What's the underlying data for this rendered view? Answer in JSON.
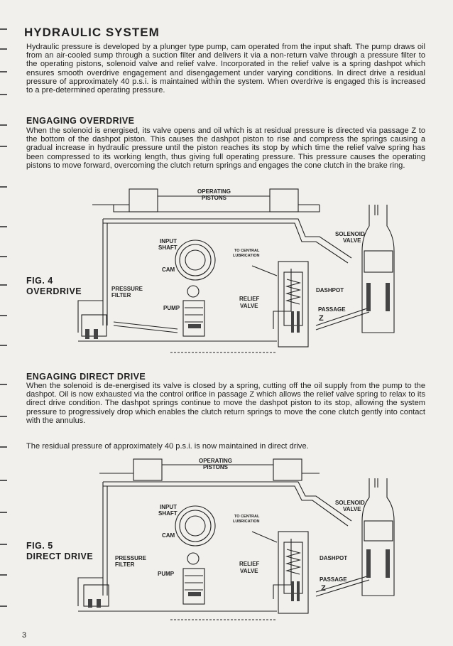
{
  "page": {
    "title": "HYDRAULIC SYSTEM",
    "intro": "Hydraulic pressure is developed by a plunger type pump, cam operated from the input shaft. The pump draws oil from an air-cooled sump through a suction filter and delivers it via a non-return valve through a pressure filter to the operating pistons, solenoid valve and relief valve. Incorporated in the relief valve is a spring dashpot which ensures smooth overdrive engagement and disengagement under varying conditions. In direct drive a residual pressure of approximately 40 p.s.i. is maintained within the system. When overdrive is engaged this is increased to a pre-determined operating pressure.",
    "page_number": "3"
  },
  "engaging_overdrive": {
    "heading": "ENGAGING OVERDRIVE",
    "text": "When the solenoid is energised, its valve opens and oil which is at residual pressure is directed via passage Z to the bottom of the dashpot piston. This causes the dashpot piston to rise and compress the springs causing a gradual increase in hydraulic pressure until the piston reaches its stop by which time the relief valve spring has been compressed to its working length, thus giving full operating pressure. This pressure causes the operating pistons to move forward, overcoming the clutch return springs and engages the cone clutch in the brake ring."
  },
  "engaging_direct_drive": {
    "heading": "ENGAGING DIRECT DRIVE",
    "text": "When the solenoid is de-energised its valve is closed by a spring, cutting off the oil supply from the pump to the dashpot. Oil is now exhausted via the control orifice in passage Z which allows the relief valve spring to relax to its direct drive condition. The dashpot springs continue to move the dashpot piston to its stop, allowing the system pressure to progressively drop which enables the clutch return springs to move the cone clutch gently into contact with the annulus.",
    "note": "The residual pressure of approximately 40 p.s.i. is now maintained in direct drive."
  },
  "fig4": {
    "number": "FIG. 4",
    "caption": "OVERDRIVE",
    "labels": {
      "operating": "OPERATING",
      "pistons": "PISTONS",
      "input": "INPUT",
      "shaft": "SHAFT",
      "solenoid": "SOLENOID",
      "valve": "VALVE",
      "to_central": "TO CENTRAL",
      "lubrication": "LUBRICATION",
      "cam": "CAM",
      "pressure": "PRESSURE",
      "filter": "FILTER",
      "relief": "RELIEF",
      "relief_valve": "VALVE",
      "dashpot": "DASHPOT",
      "pump": "PUMP",
      "passage": "PASSAGE",
      "z": "Z"
    }
  },
  "fig5": {
    "number": "FIG. 5",
    "caption": "DIRECT DRIVE",
    "labels": {
      "operating": "OPERATING",
      "pistons": "PISTONS",
      "input": "INPUT",
      "shaft": "SHAFT",
      "solenoid": "SOLENOID",
      "valve": "VALVE",
      "to_central": "TO CENTRAL",
      "lubrication": "LUBRICATION",
      "cam": "CAM",
      "pressure": "PRESSURE",
      "filter": "FILTER",
      "relief": "RELIEF",
      "relief_valve": "VALVE",
      "dashpot": "DASHPOT",
      "pump": "PUMP",
      "passage": "PASSAGE",
      "z": "Z"
    }
  }
}
